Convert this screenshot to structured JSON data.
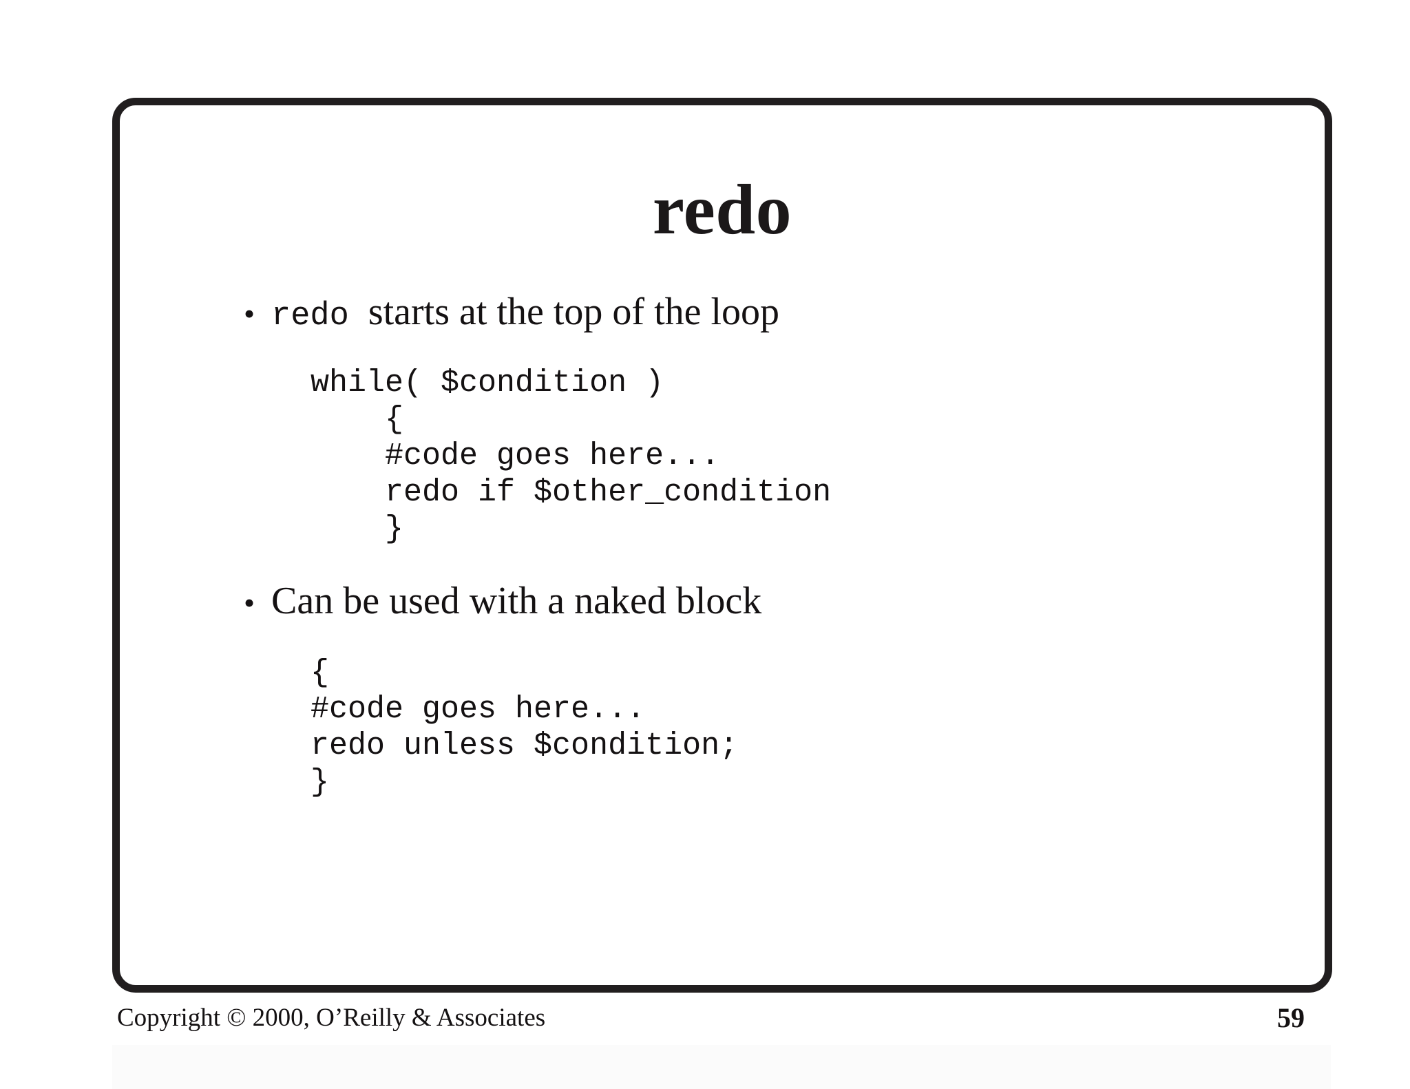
{
  "slide": {
    "title": "redo",
    "page_number": "59",
    "footer": "Copyright © 2000, O’Reilly & Associates",
    "colors": {
      "frame": "#211e1f",
      "text": "#141112",
      "background": "#ffffff"
    },
    "bullets": [
      {
        "marker": "bullet-dot-icon",
        "code_term": "redo",
        "text": "  starts at the top of the loop"
      },
      {
        "marker": "bullet-dot-icon",
        "code_term": "",
        "text": "Can be used with a naked block"
      }
    ],
    "code_blocks": [
      {
        "id": "while-loop-redo-example",
        "lines": [
          "while( $condition )",
          "    {",
          "    #code goes here...",
          "    redo if $other_condition",
          "    }"
        ],
        "text": "while( $condition )\n    {\n    #code goes here...\n    redo if $other_condition\n    }"
      },
      {
        "id": "naked-block-redo-example",
        "lines": [
          "{",
          "#code goes here...",
          "redo unless $condition;",
          "}"
        ],
        "text": "{\n#code goes here...\nredo unless $condition;\n}"
      }
    ]
  }
}
